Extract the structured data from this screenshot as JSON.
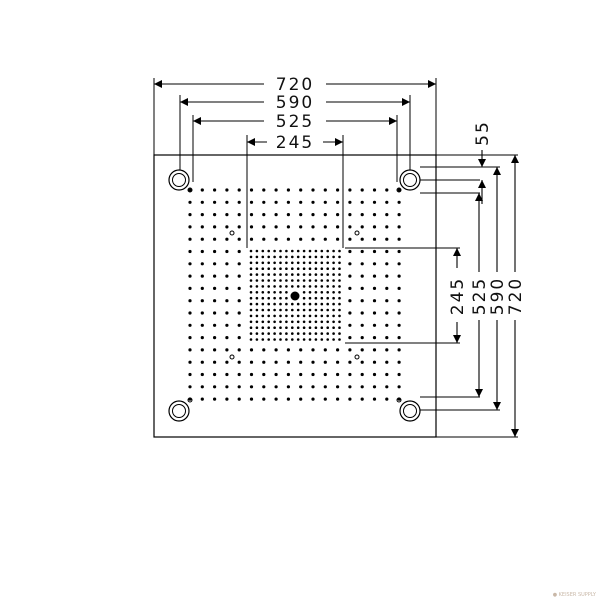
{
  "dimensions": {
    "top": [
      "720",
      "590",
      "525",
      "245"
    ],
    "right": [
      "55",
      "245",
      "525",
      "590",
      "720"
    ]
  },
  "watermark": "● KEISER SUPPLY"
}
